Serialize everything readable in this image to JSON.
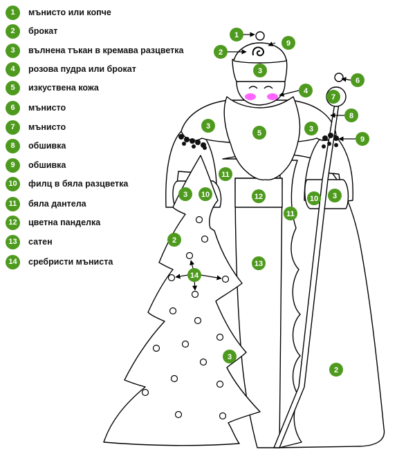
{
  "accent_color": "#4e9a1e",
  "legend": [
    {
      "num": "1",
      "text": "мънисто или копче"
    },
    {
      "num": "2",
      "text": "брокат"
    },
    {
      "num": "3",
      "text": "вълнена тъкан в кремава разцветка"
    },
    {
      "num": "4",
      "text": "розова пудра или брокат"
    },
    {
      "num": "5",
      "text": "изкуствена кожа"
    },
    {
      "num": "6",
      "text": "мънисто"
    },
    {
      "num": "7",
      "text": "мънисто"
    },
    {
      "num": "8",
      "text": "обшивка"
    },
    {
      "num": "9",
      "text": "обшивка"
    },
    {
      "num": "10",
      "text": "филц в бяла разцветка"
    },
    {
      "num": "11",
      "text": "бяла дантела"
    },
    {
      "num": "12",
      "text": "цветна панделка"
    },
    {
      "num": "13",
      "text": "сатен"
    },
    {
      "num": "14",
      "text": "сребристи мъниста"
    }
  ],
  "callouts": {
    "c1": "1",
    "c9a": "9",
    "c2a": "2",
    "c3hat": "3",
    "c4": "4",
    "c6": "6",
    "c7": "7",
    "c8": "8",
    "c9b": "9",
    "c3ls": "3",
    "c5": "5",
    "c3rs": "3",
    "c11a": "11",
    "c3la": "3",
    "c10a": "10",
    "c12": "12",
    "c10b": "10",
    "c3ra": "3",
    "c11b": "11",
    "c2b": "2",
    "c14": "14",
    "c13": "13",
    "c3coat": "3",
    "c2c": "2"
  }
}
